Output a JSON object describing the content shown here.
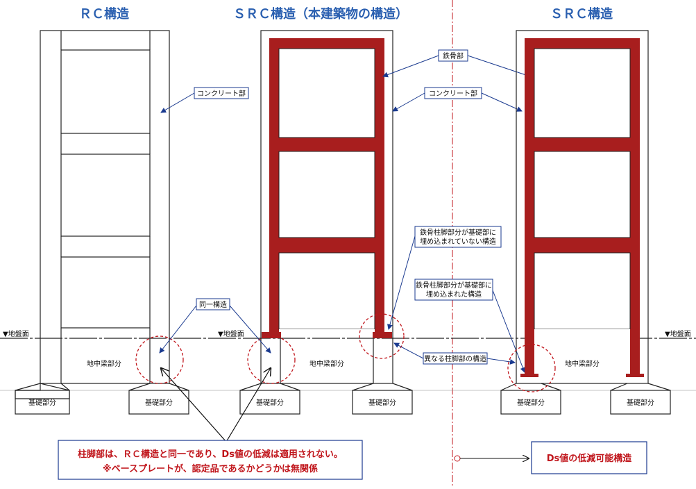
{
  "titles": {
    "rc": "ＲＣ構造",
    "src_main": "ＳＲＣ構造（本建築物の構造）",
    "src_right": "ＳＲＣ構造"
  },
  "labels": {
    "ground_left": "▼地盤面",
    "ground_mid": "▼地盤面",
    "ground_right": "▼地盤面",
    "beam_1": "地中梁部分",
    "beam_2": "地中梁部分",
    "beam_3": "地中梁部分",
    "found_1": "基礎部分",
    "found_2": "基礎部分",
    "found_3": "基礎部分",
    "found_4": "基礎部分",
    "found_5": "基礎部分",
    "found_6": "基礎部分"
  },
  "callouts": {
    "concrete_left": "コンクリート部",
    "same_structure": "同一構造",
    "steel_part": "鉄骨部",
    "concrete_mid": "コンクリート部",
    "not_embedded_line1": "鉄骨柱脚部分が基礎部に",
    "not_embedded_line2": "埋め込まれていない構造",
    "embedded_line1": "鉄骨柱脚部分が基礎部に",
    "embedded_line2": "埋め込まれた構造",
    "different_base": "異なる柱脚部の構造"
  },
  "notes": {
    "bottom_line1": "柱脚部は、ＲＣ構造と同一であり、Ds値の低減は適用されない。",
    "bottom_line2": "※ベースプレートが、認定品であるかどうかは無関係",
    "ds_reducible": "Ds値の低減可能構造"
  },
  "colors": {
    "title_blue": "#2a5fb0",
    "steel_red": "#a81e1e",
    "note_red": "#c0151b",
    "callout_blue": "#1a3a8f",
    "dashed_circle": "#c0151b"
  }
}
